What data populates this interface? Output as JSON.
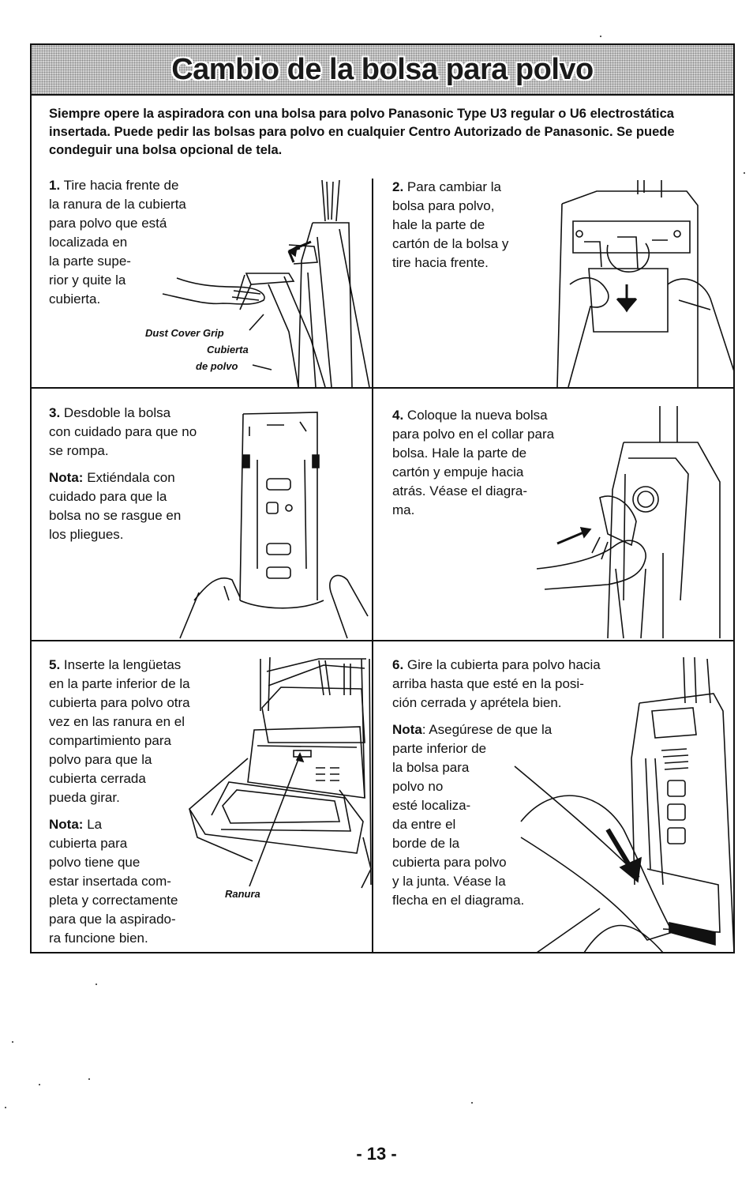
{
  "title": "Cambio de la bolsa para polvo",
  "intro": "Siempre opere la aspiradora con una bolsa para polvo Panasonic Type U3 regular o U6 electrostática insertada. Puede pedir las bolsas para polvo en cualquier Centro Autorizado de Panasonic. Se puede condeguir una bolsa opcional de tela.",
  "steps": [
    {
      "num": "1.",
      "text": "Tire hacia frente de la ranura de la cubierta para polvo que está localizada en la parte supe-rior y quite la cubierta.",
      "lines": [
        "Tire hacia frente de",
        "la ranura de la cubierta",
        "para polvo que está",
        "localizada en",
        "la parte supe-",
        "rior y quite la",
        "cubierta."
      ]
    },
    {
      "num": "2.",
      "lines": [
        "Para cambiar la",
        "bolsa para polvo,",
        "hale la parte de",
        "cartón de la bolsa y",
        "tire hacia frente."
      ]
    },
    {
      "num": "3.",
      "lines": [
        "Desdoble la bolsa",
        "con cuidado para que no",
        "se rompa."
      ],
      "note_label": "Nota:",
      "note_lines": [
        "Extiéndala con",
        "cuidado para que la",
        "bolsa no se rasgue en",
        "los pliegues."
      ]
    },
    {
      "num": "4.",
      "lines": [
        "Coloque la nueva bolsa",
        "para polvo en el collar para",
        "bolsa.  Hale la parte de",
        "cartón y empuje hacia",
        "atrás.  Véase el diagra-",
        "ma."
      ]
    },
    {
      "num": "5.",
      "lines": [
        "Inserte la lengüetas",
        "en la parte inferior de la",
        "cubierta para polvo otra",
        "vez en las ranura en el",
        "compartimiento para",
        "polvo para que la",
        "cubierta cerrada",
        "pueda girar."
      ],
      "note_label": "Nota:",
      "note_lines": [
        "La",
        "cubierta para",
        "polvo tiene que",
        "estar insertada com-",
        "pleta y correctamente",
        "para que la aspirado-",
        "ra funcione bien."
      ]
    },
    {
      "num": "6.",
      "lines": [
        "Gire la cubierta para polvo hacia",
        "arriba hasta que esté en la posi-",
        "ción cerrada y aprétela bien."
      ],
      "note_label": "Nota",
      "note_lines": [
        ": Asegúrese de que la",
        "parte inferior de",
        "la bolsa para",
        "polvo no",
        "esté localiza-",
        "da entre el",
        "borde de la",
        "cubierta para polvo",
        "y la junta.  Véase la",
        "flecha en el diagrama."
      ]
    }
  ],
  "captions": {
    "dust_cover_grip": "Dust Cover Grip",
    "cubierta_line1": "Cubierta",
    "cubierta_line2": "de polvo",
    "ranura": "Ranura"
  },
  "page_number": "- 13 -"
}
